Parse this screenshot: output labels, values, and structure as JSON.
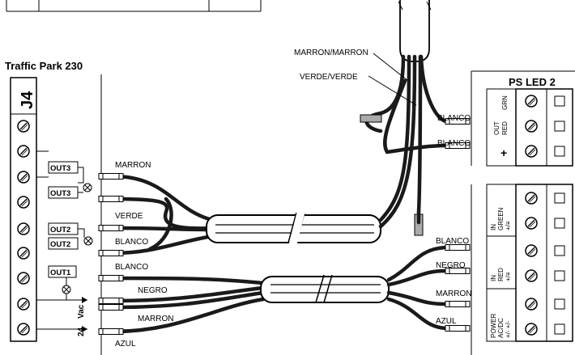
{
  "left_block": {
    "title": "Traffic Park 230",
    "connector": "J4",
    "outputs": [
      "OUT3",
      "OUT3",
      "OUT2",
      "OUT2",
      "OUT1"
    ],
    "supply_labels": [
      "Vac",
      "24"
    ]
  },
  "ps_block": {
    "title": "PS LED 2",
    "out_label": "OUT",
    "grn_label": "GRN",
    "red_label": "RED",
    "plus_label": "+"
  },
  "in_block": {
    "in_green": [
      "IN",
      "GREEN",
      "+/≡"
    ],
    "in_red": [
      "IN",
      "RED",
      "+/≡"
    ],
    "power": [
      "POWER",
      "AC/DC",
      "+/-  +/-"
    ]
  },
  "wires": {
    "left": [
      "MARRON",
      "VERDE",
      "BLANCO",
      "BLANCO",
      "NEGRO",
      "MARRON",
      "AZUL"
    ],
    "right": [
      "BLANCO",
      "NEGRO",
      "MARRON",
      "AZUL"
    ],
    "top": [
      "MARRON/MARRON",
      "VERDE/VERDE"
    ],
    "ps": [
      "BLANCO",
      "BLANCO"
    ]
  },
  "colors": {
    "line": "#000000",
    "cable": "#1a1a1a",
    "background": "#ffffff"
  }
}
